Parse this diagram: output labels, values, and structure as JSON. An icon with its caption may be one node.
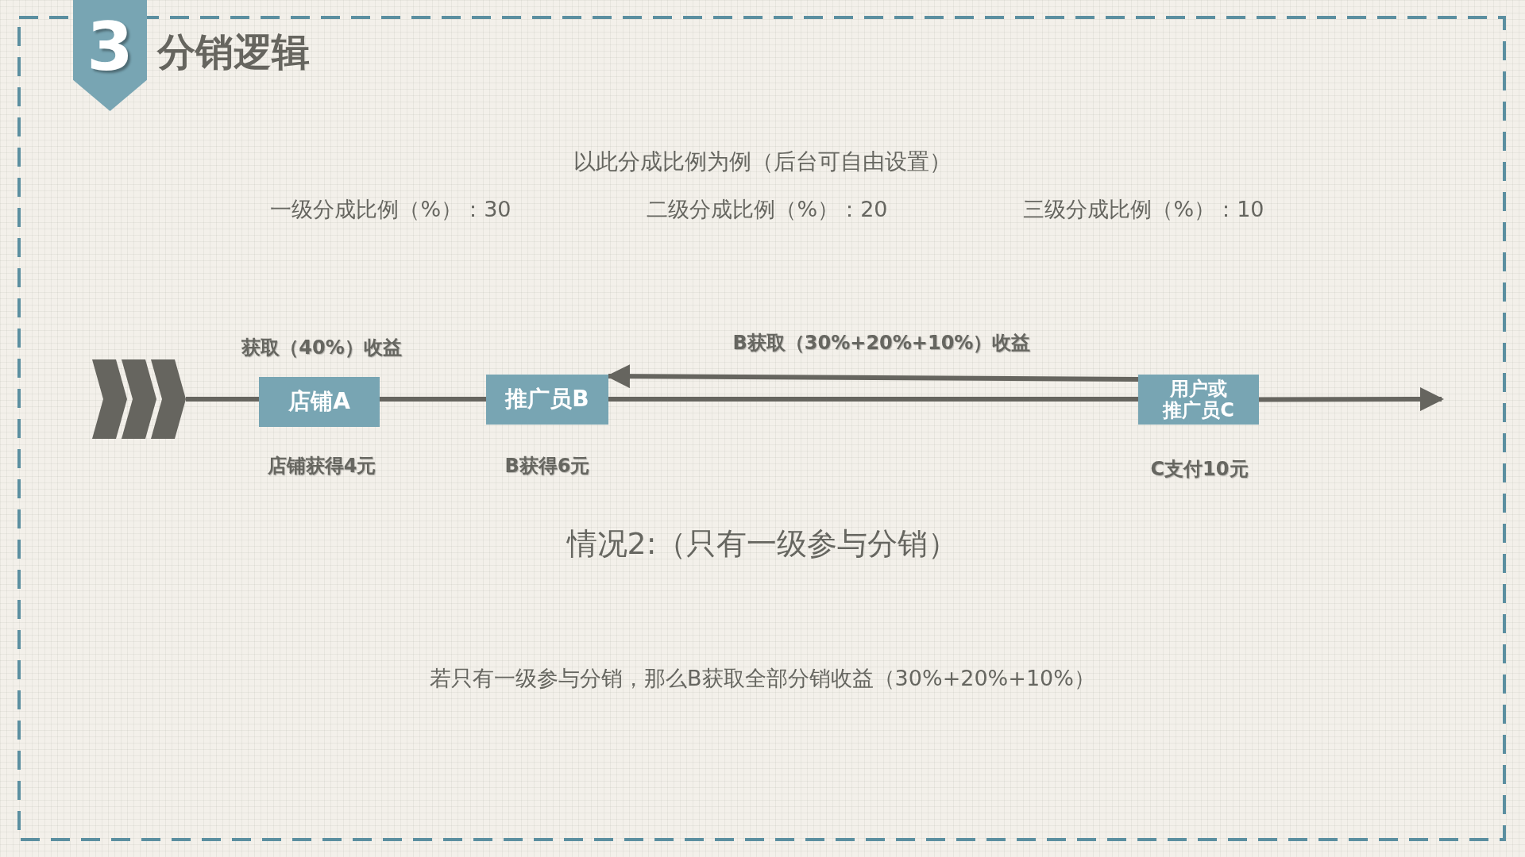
{
  "diagram": {
    "title": "分销逻辑",
    "nodes": [
      {
        "text": [
          "3"
        ]
      },
      {
        "text": [],
        "shape": "chevron"
      },
      {
        "text": [
          "店铺A"
        ],
        "beside": [
          "获取（40%）收益",
          "店铺获得4元"
        ]
      },
      {
        "text": [
          "推广员B"
        ],
        "beside": [
          "B获得6元"
        ]
      },
      {
        "text": [
          "用户或推广员C"
        ],
        "beside": [
          "C支付10元"
        ]
      }
    ],
    "edges": [
      {
        "from": 1,
        "to": 2,
        "arrow": "none"
      },
      {
        "from": 2,
        "to": 3,
        "arrow": "none"
      },
      {
        "from": 3,
        "to": 4,
        "arrow": "none"
      },
      {
        "from": 4,
        "to": null,
        "arrow": "to"
      },
      {
        "from": 4,
        "to": 3,
        "arrow": "to",
        "label": "B获取（30%+20%+10%）收益"
      }
    ],
    "labels": [
      "以此分成比例为例（后台可自由设置）",
      "一级分成比例（%）：30",
      "二级分成比例（%）：20",
      "三级分成比例（%）：10",
      "情况2:（只有一级参与分销）",
      "若只有一级参与分销，那么B获取全部分销收益（30%+20%+10%）"
    ]
  }
}
